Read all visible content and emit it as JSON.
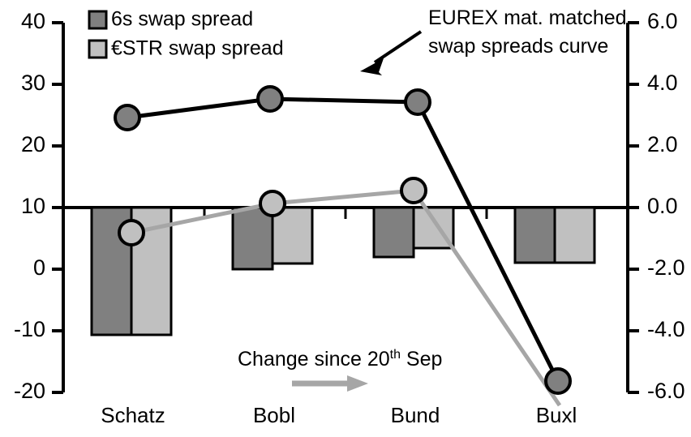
{
  "chart_data": {
    "type": "bar",
    "title": "",
    "xlabel": "",
    "ylabel": "",
    "categories": [
      "Schatz",
      "Bobl",
      "Bund",
      "Buxl"
    ],
    "series": [
      {
        "name": "6s swap spread",
        "axis": "left",
        "type": "bar",
        "color": "#808080",
        "values": [
          -10.3,
          0.0,
          2.0,
          1.1
        ]
      },
      {
        "name": "€STR swap spread",
        "axis": "left",
        "type": "bar",
        "color": "#c0c0c0",
        "values": [
          -10.3,
          0.9,
          3.5,
          1.2
        ]
      },
      {
        "name": "EUREX mat. matched swap spreads curve",
        "axis": "left",
        "type": "line",
        "color": "#000000",
        "marker_fill": "#808080",
        "values": [
          24.5,
          28.0,
          27.3,
          -18.0
        ]
      },
      {
        "name": "Change since 20th Sep",
        "axis": "left",
        "type": "line",
        "color": "#a6a6a6",
        "marker_fill": "#c0c0c0",
        "values": [
          6.0,
          10.6,
          12.7,
          -20.0
        ]
      }
    ],
    "left_axis": {
      "ticks": [
        "40",
        "30",
        "20",
        "10",
        "0",
        "-10",
        "-20"
      ],
      "values": [
        40,
        30,
        20,
        10,
        0,
        -10,
        -20
      ],
      "ylim": [
        -20,
        40
      ]
    },
    "right_axis": {
      "ticks": [
        "6.0",
        "4.0",
        "2.0",
        "0.0",
        "-2.0",
        "-4.0",
        "-6.0"
      ],
      "values": [
        6.0,
        4.0,
        2.0,
        0.0,
        -2.0,
        -4.0,
        -6.0
      ],
      "ylim": [
        -6.0,
        6.0
      ]
    },
    "zero_line_left_value": 10,
    "grid": false,
    "legend_position": "top-left"
  },
  "legend": {
    "items": [
      {
        "label": "6s swap spread",
        "swatch": "#808080"
      },
      {
        "label": "€STR swap spread",
        "swatch": "#c0c0c0"
      }
    ]
  },
  "annotations": {
    "curve_note_line1": "EUREX mat. matched",
    "curve_note_line2": "swap spreads curve",
    "change_note_prefix": "Change since 20",
    "change_note_sup": "th",
    "change_note_suffix": " Sep",
    "arrow_color": "#a6a6a6"
  },
  "axis_labels": {
    "left": [
      "40",
      "30",
      "20",
      "10",
      "0",
      "-10",
      "-20"
    ],
    "right": [
      "6.0",
      "4.0",
      "2.0",
      "0.0",
      "-2.0",
      "-4.0",
      "-6.0"
    ],
    "categories": [
      "Schatz",
      "Bobl",
      "Bund",
      "Buxl"
    ]
  },
  "colors": {
    "dark_bar": "#808080",
    "light_bar": "#c0c0c0",
    "black_line": "#000000",
    "gray_line": "#a6a6a6",
    "axis": "#000000"
  }
}
